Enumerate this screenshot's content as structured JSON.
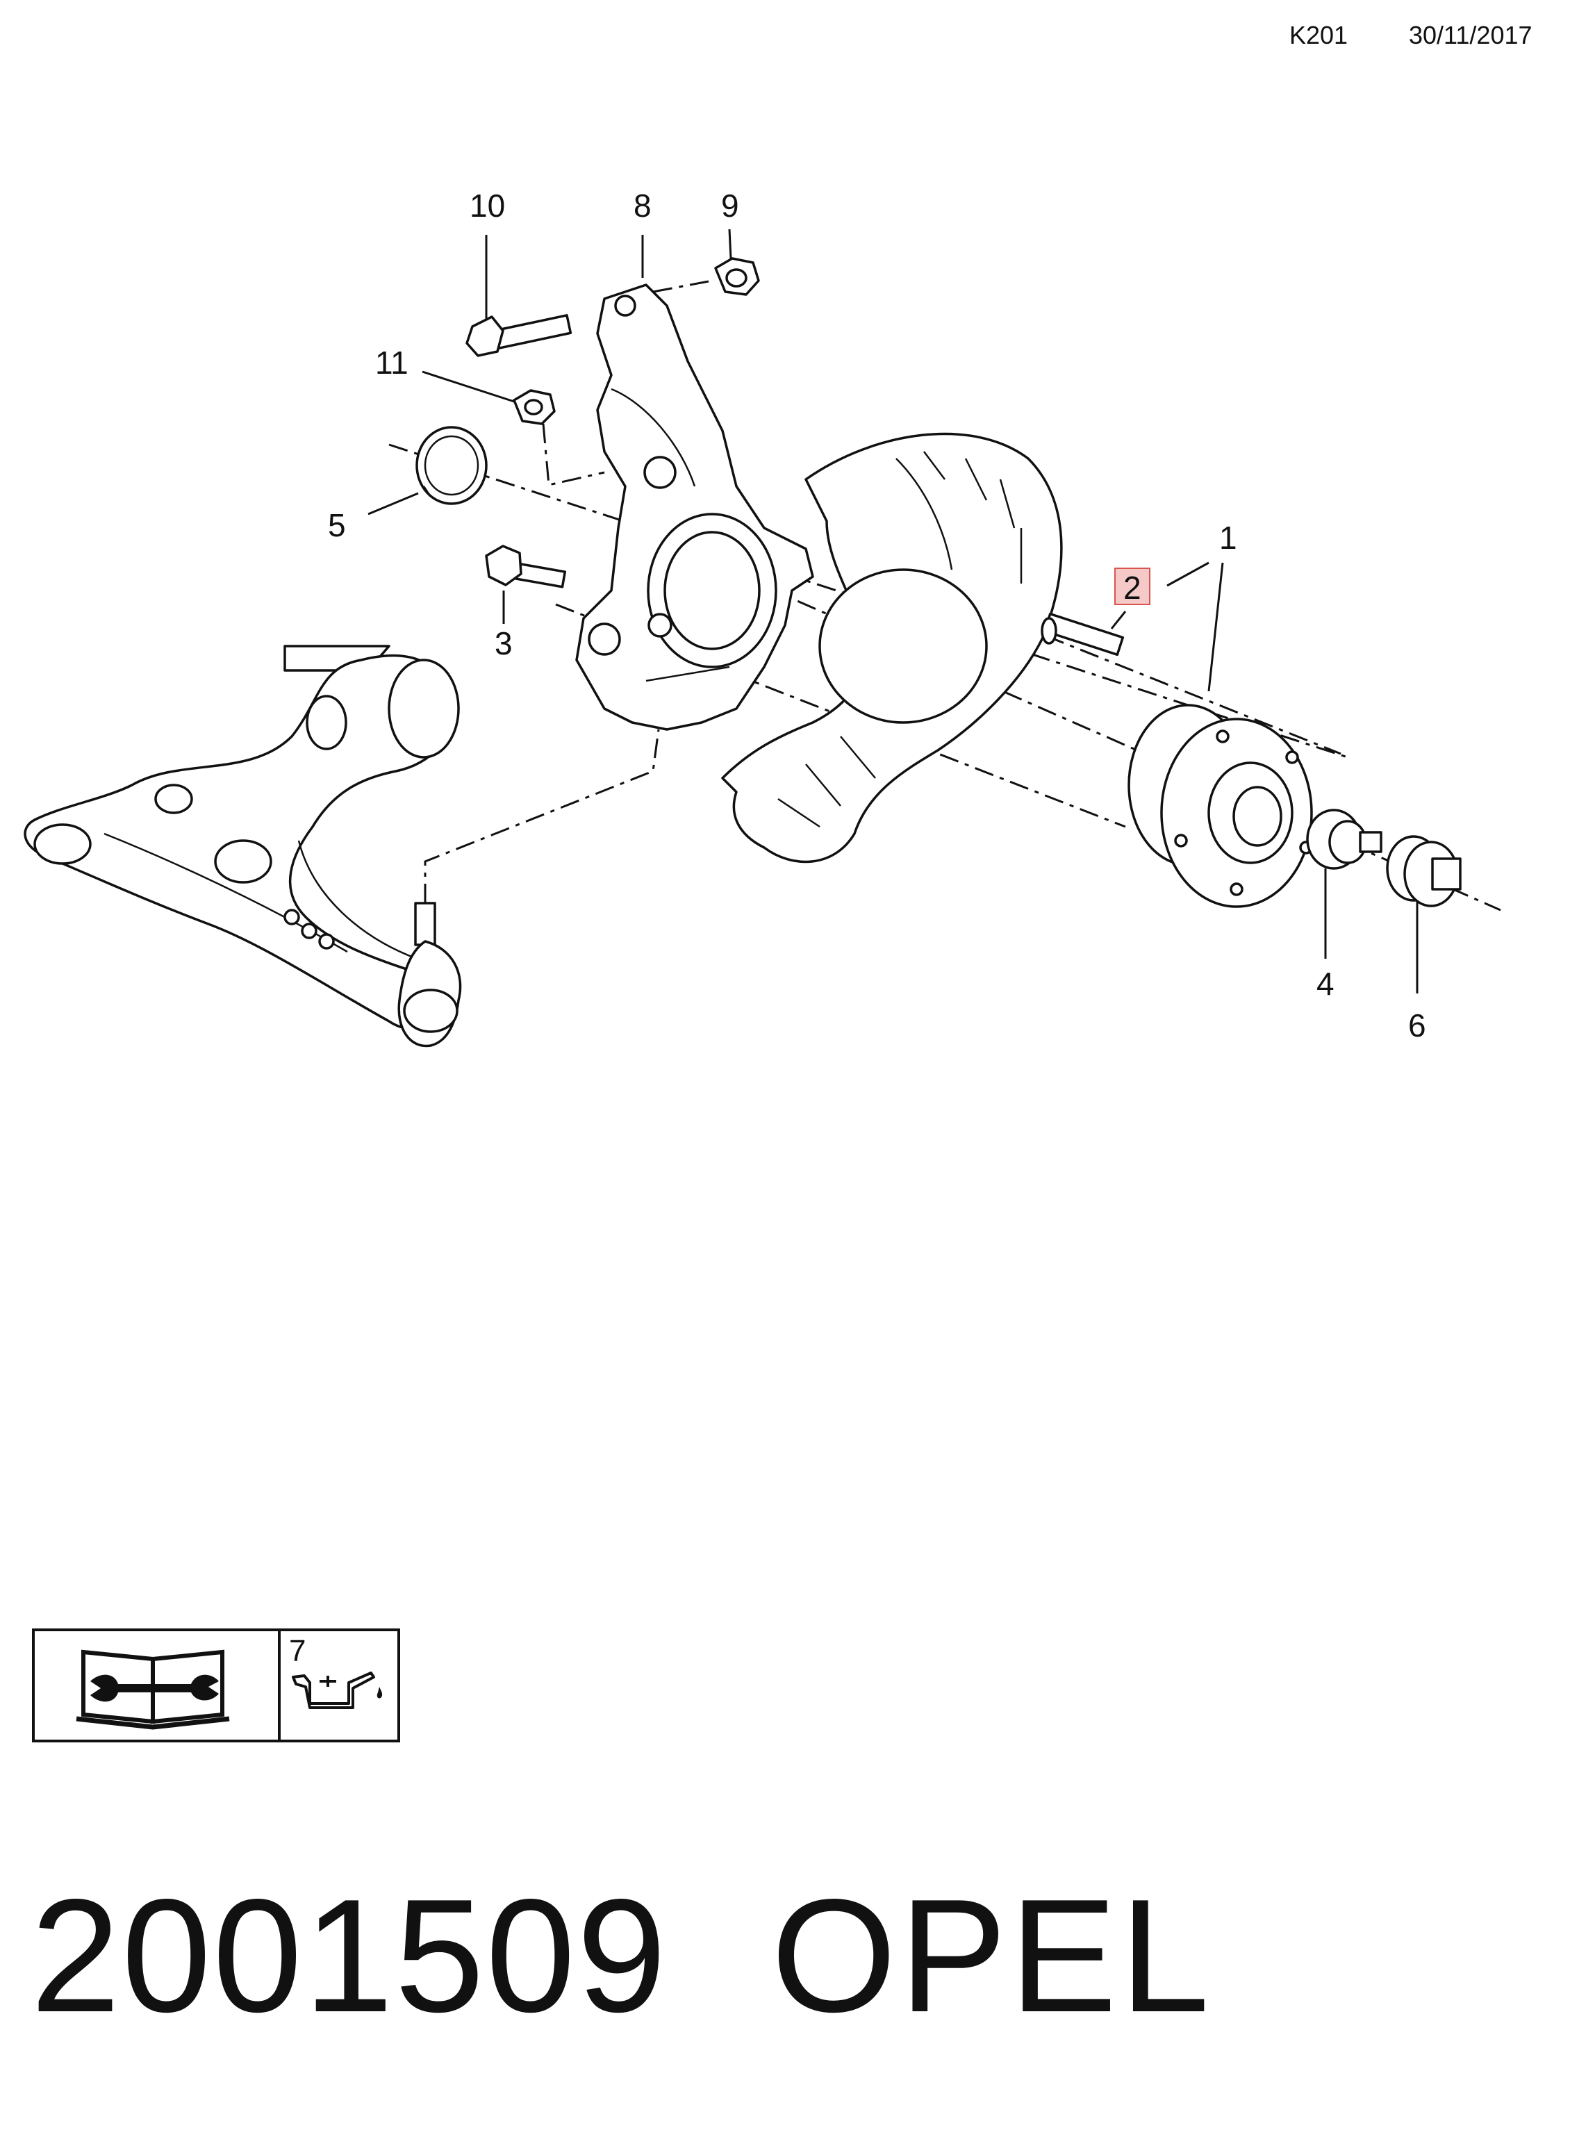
{
  "header": {
    "code": "K201",
    "date": "30/11/2017"
  },
  "callouts": {
    "c1": "1",
    "c2": "2",
    "c3": "3",
    "c4": "4",
    "c5": "5",
    "c6": "6",
    "c8": "8",
    "c9": "9",
    "c10": "10",
    "c11": "11"
  },
  "legend": {
    "item_number": "7"
  },
  "footer": {
    "part_number": "2001509",
    "brand": "OPEL"
  },
  "colors": {
    "highlight_fill": "#f6c9c9",
    "highlight_stroke": "#d9534f",
    "ink": "#111111"
  }
}
